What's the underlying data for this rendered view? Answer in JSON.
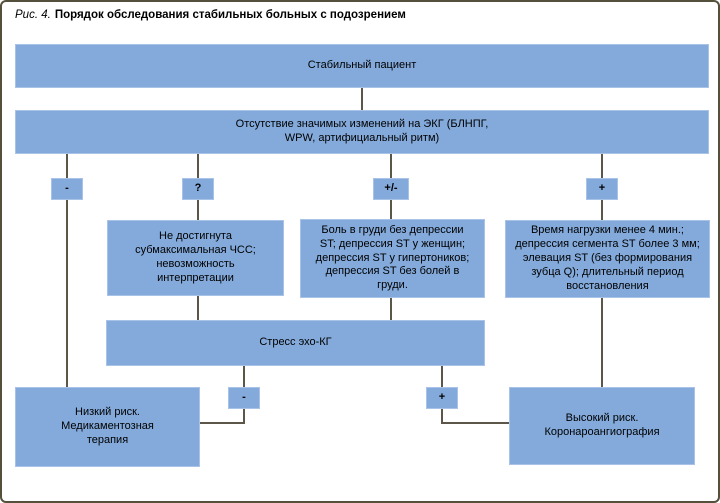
{
  "colors": {
    "box_fill": "#83aadb",
    "box_border": "#a9c3e8",
    "line": "#5b5648",
    "frame_border": "#55503c",
    "text": "#000000"
  },
  "title": {
    "prefix": "Рис. 4.",
    "text": "Порядок обследования стабильных больных с подозрением"
  },
  "flowchart": {
    "nodes": {
      "patient": "Стабильный пациент",
      "ecg": "Отсутствие значимых изменений на ЭКГ (БЛНПГ,\nWPW, артифициальный ритм)",
      "branch_minus": "-",
      "branch_question": "?",
      "branch_plusminus": "+/-",
      "branch_plus": "+",
      "not_achieved": "Не достигнута\nсубмаксимальная ЧСС;\nневозможность\nинтерпретации",
      "chest_pain": "Боль в груди без депрессии\nST; депрессия ST у женщин;\nдепрессия ST у гипертоников;\nдепрессия ST без болей в\nгруди.",
      "load_time": "Время нагрузки менее 4 мин.;\nдепрессия сегмента ST более 3 мм;\nэлевация ST (без формирования\nзубца Q); длительный период\nвосстановления",
      "stress_echo": "Стресс эхо-КГ",
      "result_minus": "-",
      "result_plus": "+",
      "low_risk": "Низкий риск.\nМедикаментозная\nтерапия",
      "high_risk": "Высокий риск.\nКоронароангиография"
    }
  }
}
